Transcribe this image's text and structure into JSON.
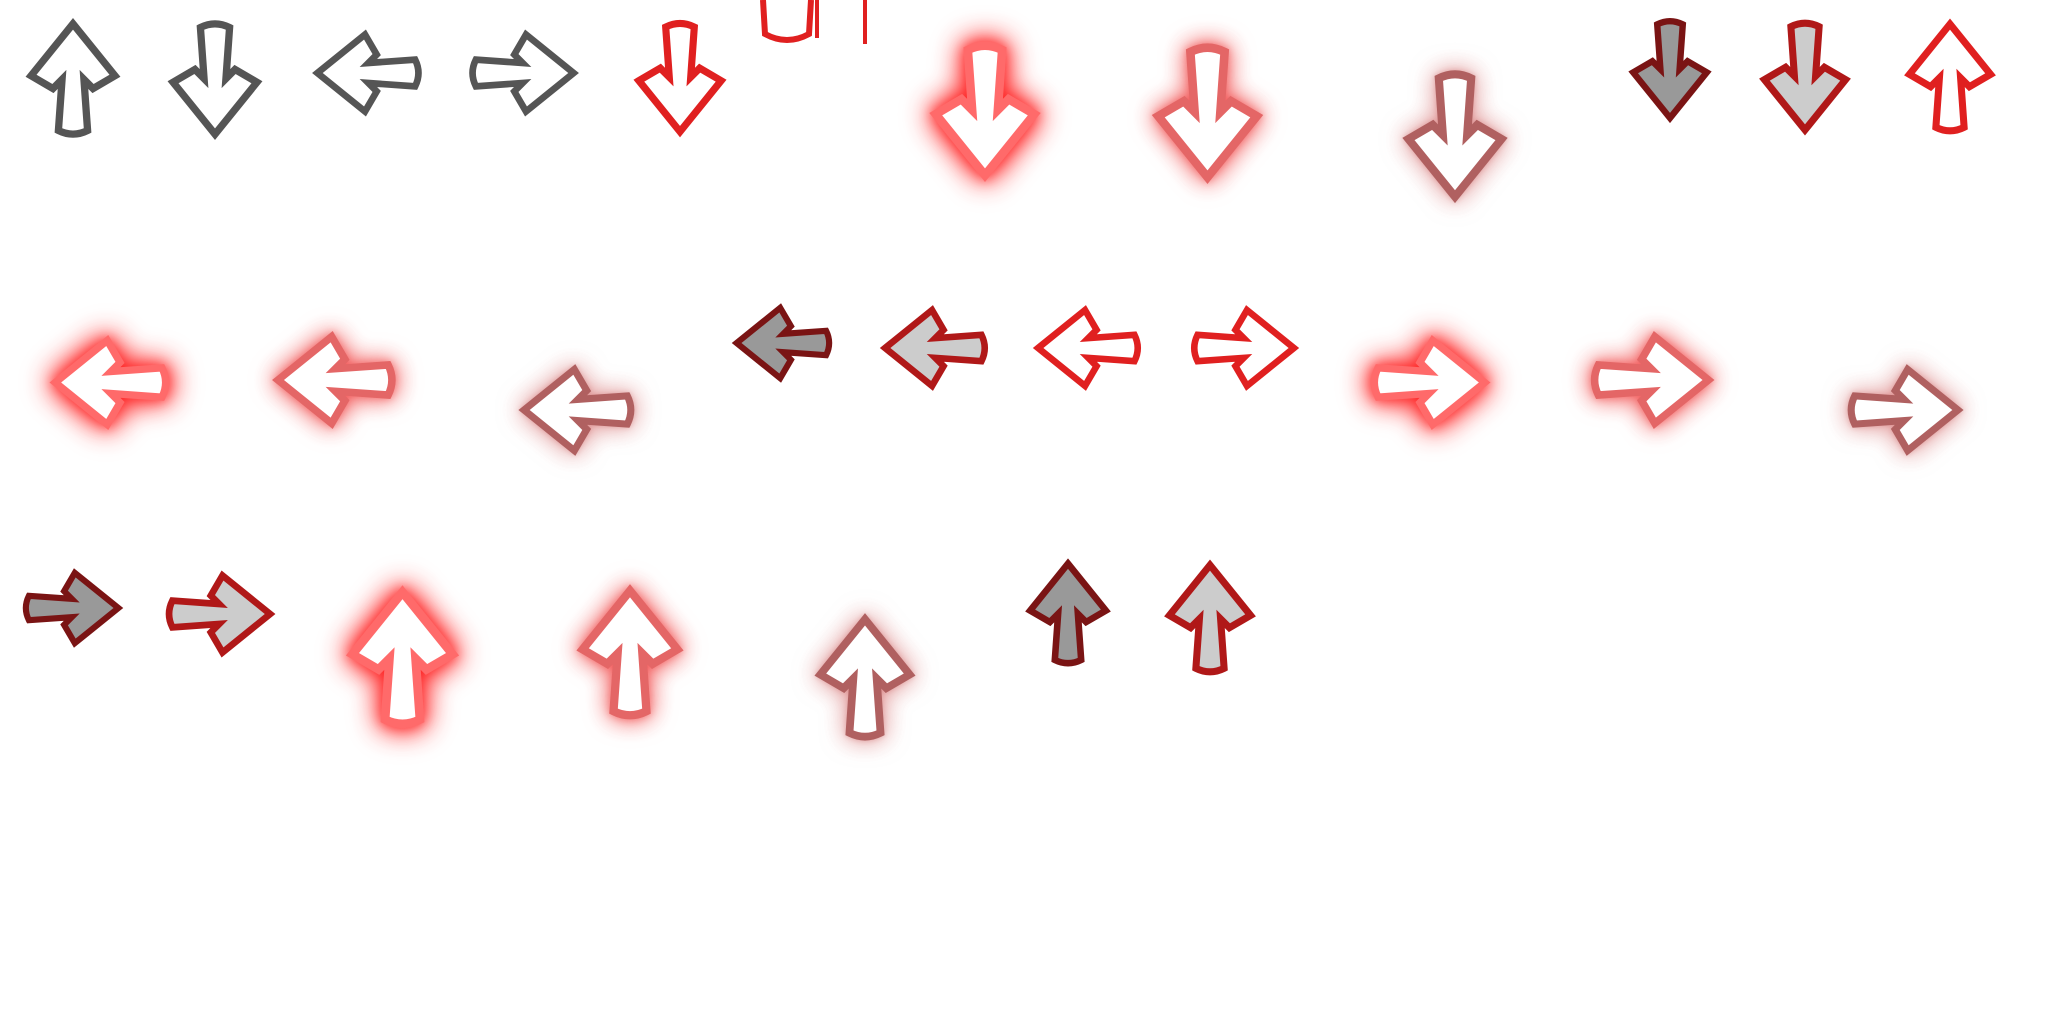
{
  "sheet": {
    "name": "arrow-sprite-sheet",
    "background": "#ffffff"
  },
  "styles": {
    "outline-gray": {
      "stroke": "#555555",
      "fill": "#ffffff"
    },
    "outline-red": {
      "stroke": "#e02020",
      "fill": "#ffffff"
    },
    "glow-strong": {
      "stroke": "#ff6a6a",
      "fill": "#ffffff",
      "glow": 0
    },
    "glow-medium": {
      "stroke": "#e46666",
      "fill": "#ffffff",
      "glow": 1
    },
    "glow-faint": {
      "stroke": "#b06060",
      "fill": "#ffffff",
      "glow": 2
    },
    "pressed-dark": {
      "stroke": "#7a1414",
      "fill": "#999999"
    },
    "pressed-light": {
      "stroke": "#b01818",
      "fill": "#cccccc"
    }
  },
  "arrows": [
    {
      "name": "up-arrow-outline-gray",
      "direction": "up",
      "style": "outline-gray"
    },
    {
      "name": "down-arrow-outline-gray",
      "direction": "down",
      "style": "outline-gray"
    },
    {
      "name": "left-arrow-outline-gray",
      "direction": "left",
      "style": "outline-gray"
    },
    {
      "name": "right-arrow-outline-gray",
      "direction": "right",
      "style": "outline-gray"
    },
    {
      "name": "down-arrow-outline-red",
      "direction": "down",
      "style": "outline-red"
    },
    {
      "name": "down-arrow-glow-strong",
      "direction": "down",
      "style": "glow-strong"
    },
    {
      "name": "down-arrow-glow-medium",
      "direction": "down",
      "style": "glow-medium"
    },
    {
      "name": "down-arrow-glow-faint",
      "direction": "down",
      "style": "glow-faint"
    },
    {
      "name": "down-arrow-pressed-dark",
      "direction": "down",
      "style": "pressed-dark"
    },
    {
      "name": "down-arrow-pressed-light",
      "direction": "down",
      "style": "pressed-light"
    },
    {
      "name": "up-arrow-outline-red",
      "direction": "up",
      "style": "outline-red"
    },
    {
      "name": "left-arrow-glow-strong",
      "direction": "left",
      "style": "glow-strong"
    },
    {
      "name": "left-arrow-glow-medium",
      "direction": "left",
      "style": "glow-medium"
    },
    {
      "name": "left-arrow-glow-faint",
      "direction": "left",
      "style": "glow-faint"
    },
    {
      "name": "left-arrow-pressed-dark",
      "direction": "left",
      "style": "pressed-dark"
    },
    {
      "name": "left-arrow-pressed-light",
      "direction": "left",
      "style": "pressed-light"
    },
    {
      "name": "left-arrow-outline-red",
      "direction": "left",
      "style": "outline-red"
    },
    {
      "name": "right-arrow-outline-red",
      "direction": "right",
      "style": "outline-red"
    },
    {
      "name": "right-arrow-glow-strong",
      "direction": "right",
      "style": "glow-strong"
    },
    {
      "name": "right-arrow-glow-medium",
      "direction": "right",
      "style": "glow-medium"
    },
    {
      "name": "right-arrow-glow-faint",
      "direction": "right",
      "style": "glow-faint"
    },
    {
      "name": "right-arrow-pressed-dark",
      "direction": "right",
      "style": "pressed-dark"
    },
    {
      "name": "right-arrow-pressed-light",
      "direction": "right",
      "style": "pressed-light"
    },
    {
      "name": "up-arrow-glow-strong",
      "direction": "up",
      "style": "glow-strong"
    },
    {
      "name": "up-arrow-glow-medium",
      "direction": "up",
      "style": "glow-medium"
    },
    {
      "name": "up-arrow-glow-faint",
      "direction": "up",
      "style": "glow-faint"
    },
    {
      "name": "up-arrow-pressed-dark",
      "direction": "up",
      "style": "pressed-dark"
    },
    {
      "name": "up-arrow-pressed-light",
      "direction": "up",
      "style": "pressed-light"
    }
  ]
}
